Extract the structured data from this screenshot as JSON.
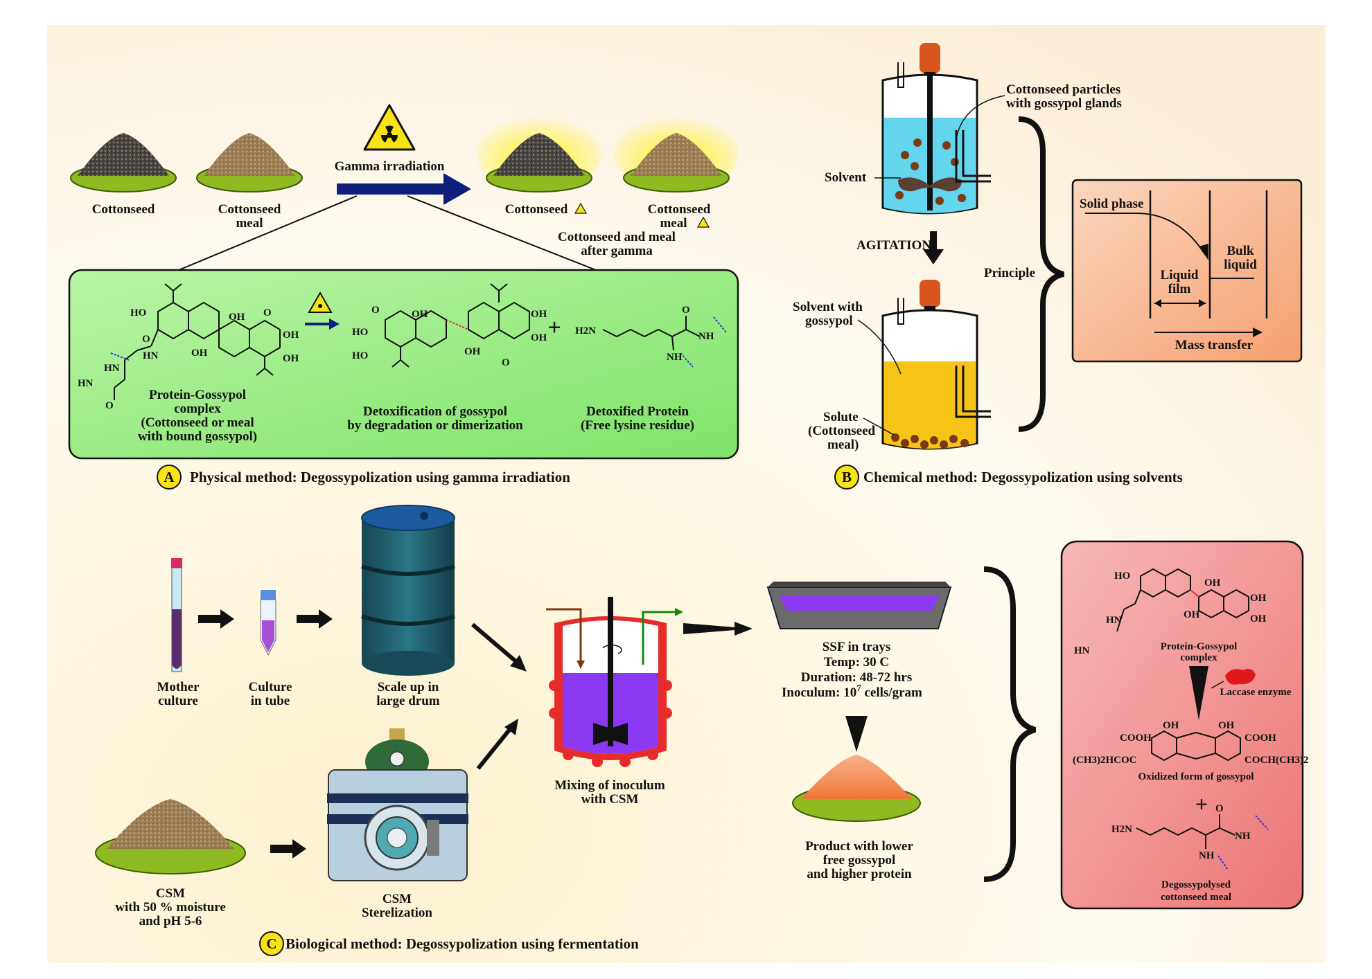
{
  "colors": {
    "panel_bg": "#fdf4dc",
    "green_box": "#9ef08a",
    "solvent_cyan": "#63d5ec",
    "solute_yellow": "#f7c318",
    "salmon_box": "#f8b390",
    "pink_box": "#f28e8e",
    "arrow_navy": "#0d1f7a",
    "drum_teal": "#21606e",
    "purple": "#8a38f2",
    "dish_green": "#8fba22"
  },
  "icons": [
    "radiation-hazard-icon",
    "seed-pile-icon",
    "reactor-icon",
    "drum-icon",
    "test-tube-icon",
    "autoclave-icon",
    "tray-icon",
    "enzyme-blob-icon"
  ],
  "panel_a": {
    "cottonseed": "Cottonseed",
    "meal_line1": "Cottonseed",
    "meal_line2": "meal",
    "gamma": "Gamma irradiation",
    "after_cottonseed": "Cottonseed",
    "after_meal_line1": "Cottonseed",
    "after_meal_line2": "meal",
    "after_gamma_line1": "Cottonseed and meal",
    "after_gamma_line2": "after gamma",
    "complex_line1": "Protein-Gossypol",
    "complex_line2": "complex",
    "complex_line3": "(Cottonseed or meal",
    "complex_line4": "with bound gossypol)",
    "detox_line1": "Detoxification of gossypol",
    "detox_line2": "by degradation or dimerization",
    "protein_line1": "Detoxified Protein",
    "protein_line2": "(Free lysine residue)",
    "badge": "A",
    "caption": "Physical method: Degossypolization using gamma irradiation"
  },
  "panel_b": {
    "particles_line1": "Cottonseed particles",
    "particles_line2": "with gossypol glands",
    "solvent": "Solvent",
    "agitation": "AGITATION",
    "solvent_with_line1": "Solvent with",
    "solvent_with_line2": "gossypol",
    "solute_line1": "Solute",
    "solute_line2": "(Cottonseed",
    "solute_line3": "meal)",
    "principle": "Principle",
    "solid_phase": "Solid phase",
    "liquid_line1": "Liquid",
    "liquid_line2": "film",
    "bulk_line1": "Bulk",
    "bulk_line2": "liquid",
    "mass_transfer": "Mass transfer",
    "badge": "B",
    "caption": "Chemical method: Degossypolization using solvents"
  },
  "panel_c": {
    "mother_line1": "Mother",
    "mother_line2": "culture",
    "culture_line1": "Culture",
    "culture_line2": "in tube",
    "scale_line1": "Scale up in",
    "scale_line2": "large drum",
    "mixing_line1": "Mixing of inoculum",
    "mixing_line2": "with CSM",
    "ssf": "SSF in trays",
    "temp": "Temp: 30 C",
    "duration": "Duration: 48-72 hrs",
    "inoculum_a": "Inoculum: 10",
    "inoculum_exp": "7",
    "inoculum_b": " cells/gram",
    "product_line1": "Product with lower",
    "product_line2": "free gossypol",
    "product_line3": "and higher protein",
    "csm_line1": "CSM",
    "csm_line2": "with 50 % moisture",
    "csm_line3": "and pH 5-6",
    "ster_line1": "CSM",
    "ster_line2": "Sterelization",
    "complex_line1": "Protein-Gossypol",
    "complex_line2": "complex",
    "laccase": "Laccase enzyme",
    "cooh": "COOH",
    "oh": "OH",
    "left_sub": "(CH3)2HCOC",
    "right_sub": "COCH(CH3)2",
    "oxidized": "Oxidized form of gossypol",
    "degoss_line1": "Degossypolysed",
    "degoss_line2": "cottonseed meal",
    "badge": "C",
    "caption": "Biological method: Degossypolization using fermentation"
  },
  "chem": {
    "ho": "HO",
    "oh": "OH",
    "o": "O",
    "hn": "HN",
    "nh": "NH",
    "h2n": "H2N",
    "plus": "+"
  }
}
